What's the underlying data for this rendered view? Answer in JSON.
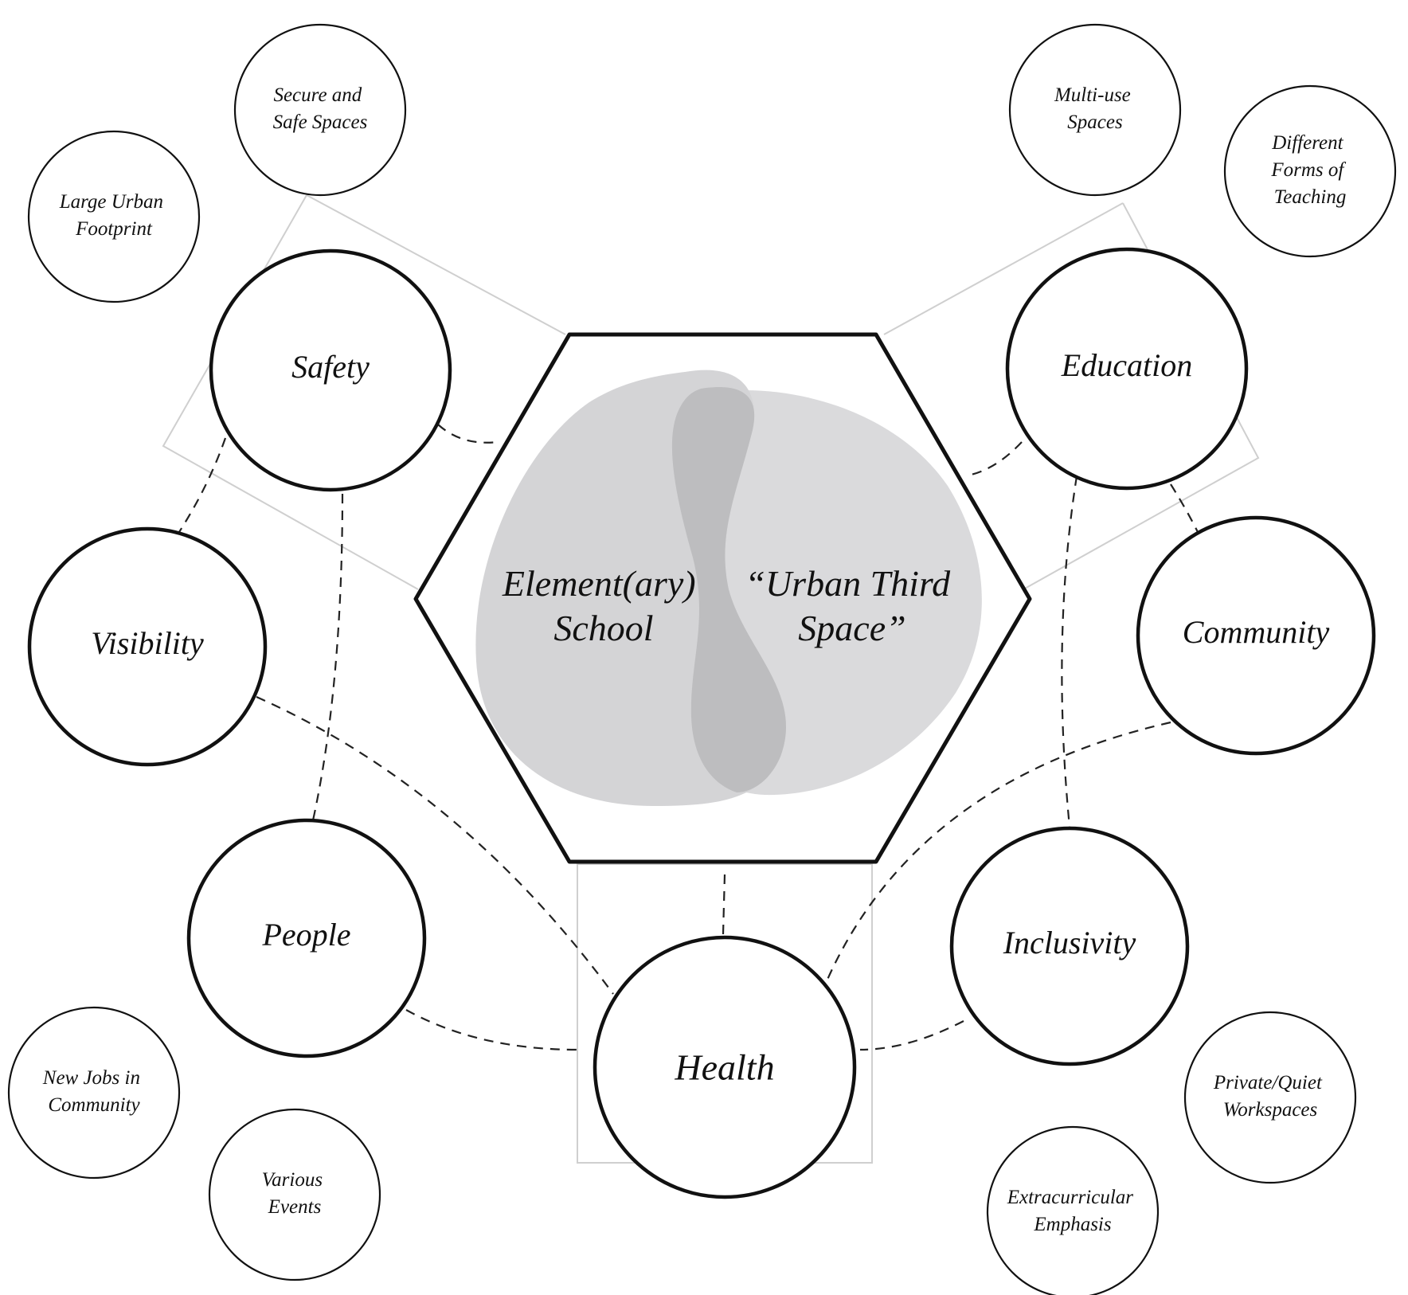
{
  "center": {
    "left_label": [
      "Element(ary)",
      "School"
    ],
    "right_label": [
      "“Urban Third",
      "Space”"
    ]
  },
  "main_nodes": {
    "safety": "Safety",
    "education": "Education",
    "visibility": "Visibility",
    "community": "Community",
    "people": "People",
    "inclusivity": "Inclusivity",
    "health": "Health"
  },
  "sub_nodes": {
    "secure_safe": [
      "Secure and",
      "Safe Spaces"
    ],
    "large_urban": [
      "Large Urban",
      "Footprint"
    ],
    "multi_use": [
      "Multi-use",
      "Spaces"
    ],
    "different_forms": [
      "Different",
      "Forms of",
      "Teaching"
    ],
    "new_jobs": [
      "New Jobs in",
      "Community"
    ],
    "various_events": [
      "Various",
      "Events"
    ],
    "private_quiet": [
      "Private/Quiet",
      "Workspaces"
    ],
    "extracurricular": [
      "Extracurricular",
      "Emphasis"
    ]
  },
  "colors": {
    "blob_fill": "#d4d4d6",
    "overlap_fill": "#bdbdbf",
    "stroke": "#111111",
    "frame": "#cfcfcf"
  }
}
